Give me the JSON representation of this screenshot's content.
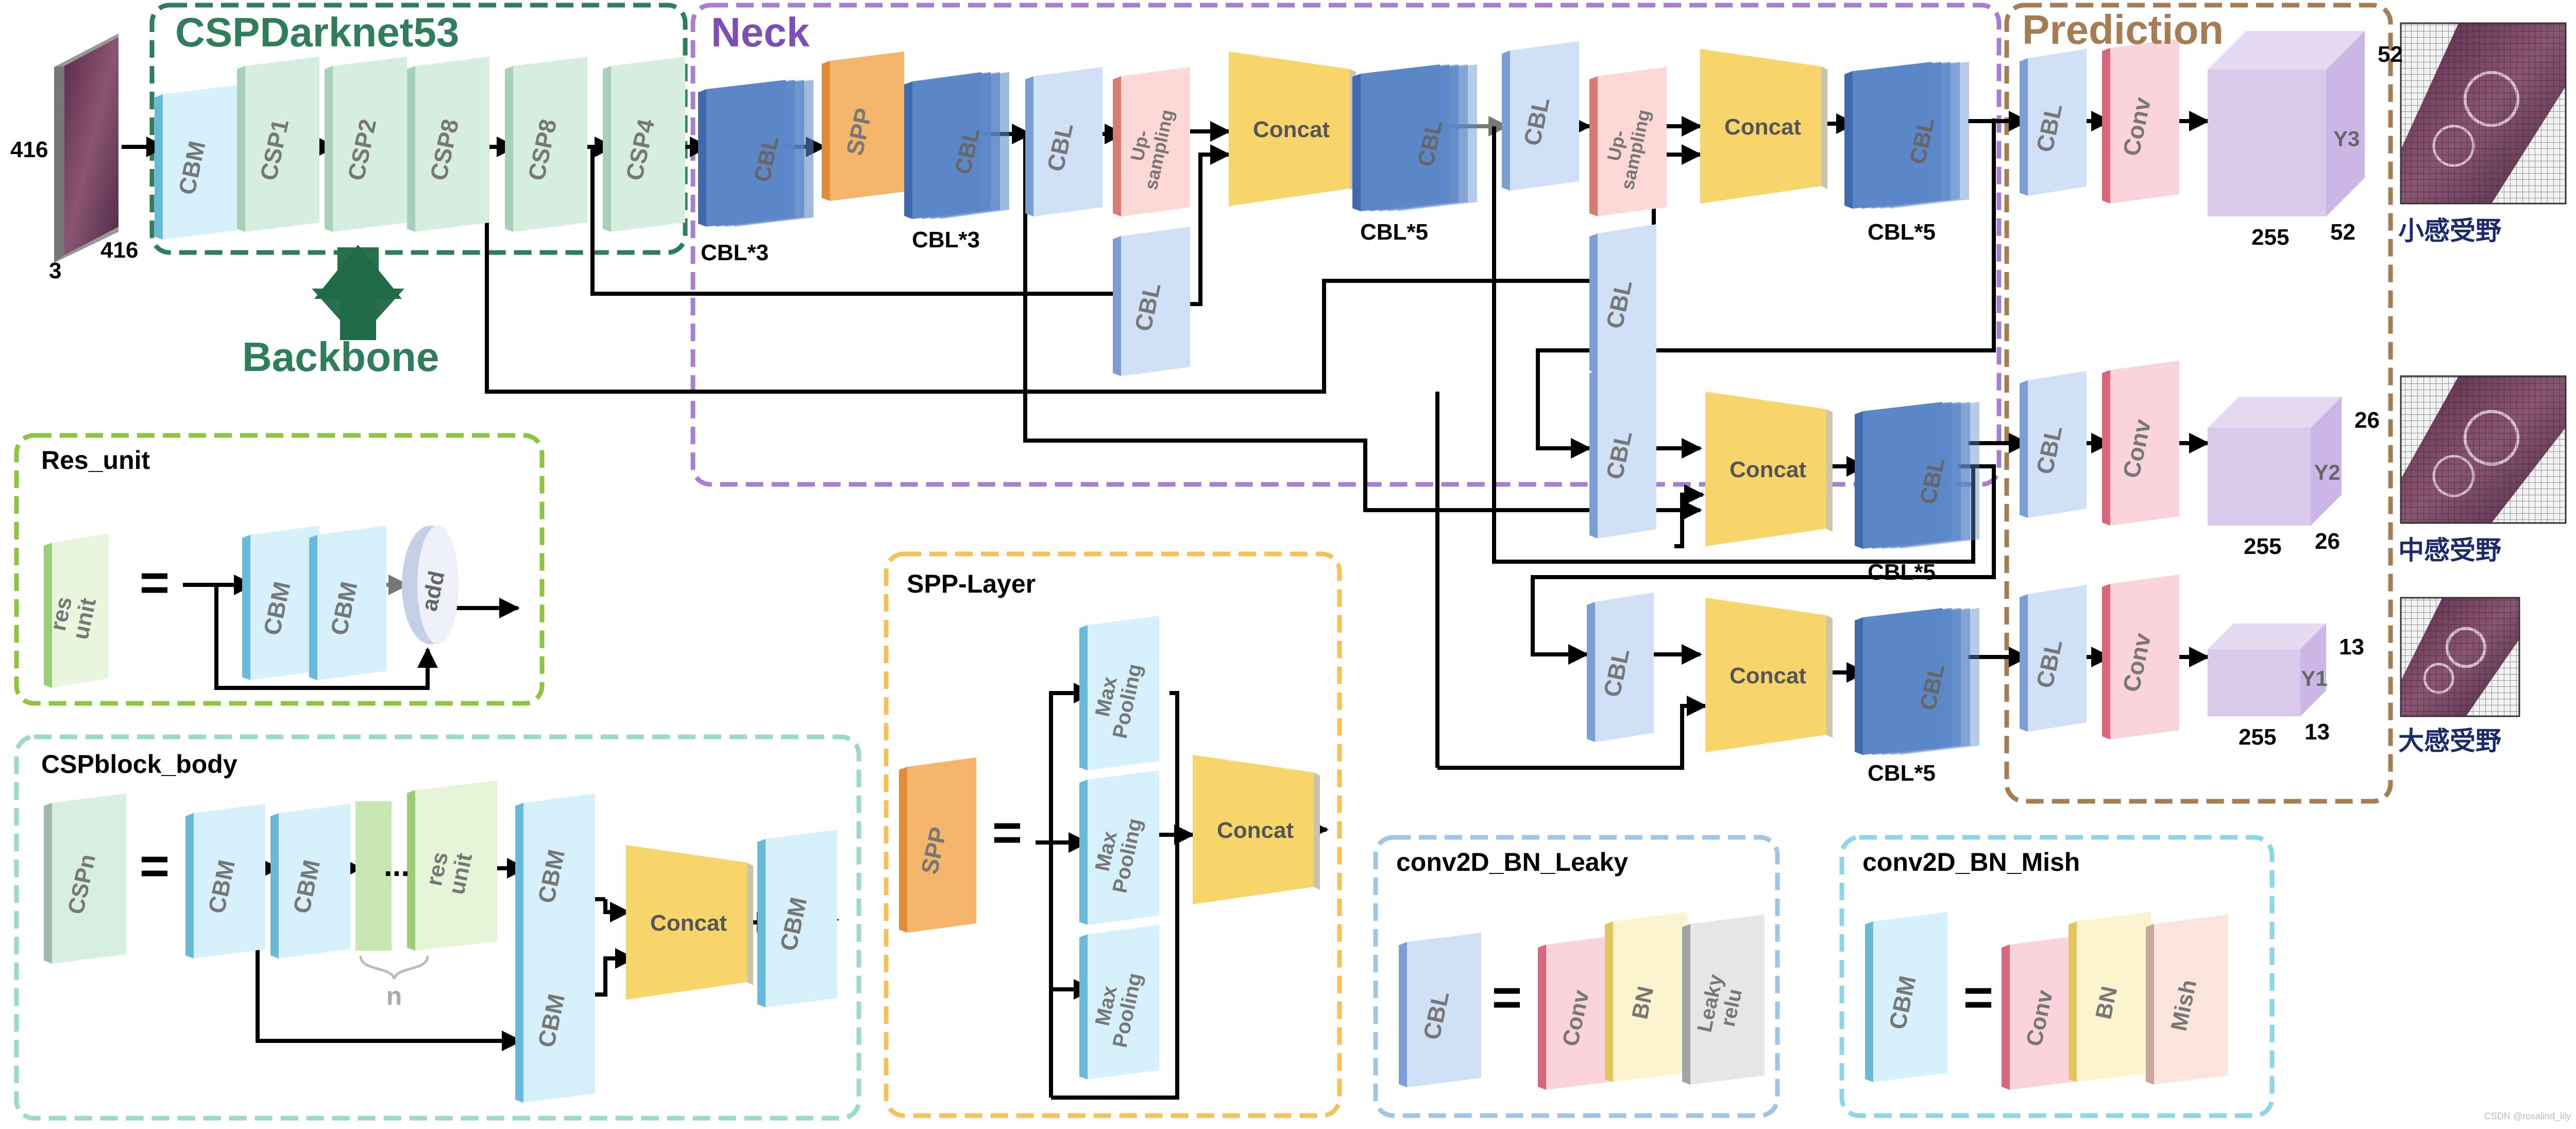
{
  "title_backbone": "CSPDarknet53",
  "backbone_caption": "Backbone",
  "title_neck": "Neck",
  "title_prediction": "Prediction",
  "input": {
    "h": "416",
    "w": "416",
    "c": "3"
  },
  "backbone_blocks": [
    "CBM",
    "CSP1",
    "CSP2",
    "CSP8",
    "CSP8",
    "CSP4"
  ],
  "neck": {
    "cbl": "CBL",
    "spp": "SPP",
    "upsampling": "Up-\nsampling",
    "concat": "Concat",
    "cbl3": "CBL*3",
    "cbl5": "CBL*5"
  },
  "prediction": {
    "conv": "Conv",
    "heads": [
      {
        "name": "Y3",
        "size": "52",
        "ch": "255",
        "label": "小感受野"
      },
      {
        "name": "Y2",
        "size": "26",
        "ch": "255",
        "label": "中感受野"
      },
      {
        "name": "Y1",
        "size": "13",
        "ch": "255",
        "label": "大感受野"
      }
    ]
  },
  "legend": {
    "res_unit": {
      "title": "Res_unit",
      "lhs": "res\nunit",
      "eq": "=",
      "b1": "CBM",
      "b2": "CBM",
      "add": "add"
    },
    "cspblock": {
      "title": "CSPblock_body",
      "lhs": "CSPn",
      "eq": "=",
      "b1": "CBM",
      "b2": "CBM",
      "dots": "...",
      "res": "res\nunit",
      "b3": "CBM",
      "b4": "CBM",
      "concat": "Concat",
      "b5": "CBM",
      "n": "n"
    },
    "spp_layer": {
      "title": "SPP-Layer",
      "lhs": "SPP",
      "eq": "=",
      "pool": "Max\nPooling",
      "concat": "Concat"
    },
    "leaky": {
      "title": "conv2D_BN_Leaky",
      "lhs": "CBL",
      "eq": "=",
      "conv": "Conv",
      "bn": "BN",
      "act": "Leaky\nrelu"
    },
    "mish": {
      "title": "conv2D_BN_Mish",
      "lhs": "CBM",
      "eq": "=",
      "conv": "Conv",
      "bn": "BN",
      "act": "Mish"
    }
  },
  "watermark": "CSDN @rosalind_lily",
  "colors": {
    "backbone": "#2e7d5b",
    "neck": "#7b4fb5",
    "prediction": "#a67c52",
    "cbm": "#d6f1fb",
    "cbl": "#cfe0f7",
    "csp": "#d5eedf",
    "concat": "#f7d56b",
    "spp": "#f5b56a",
    "upsample": "#fcd9d6",
    "conv": "#fbd3dc",
    "bn": "#fcf3cf",
    "cube": "#d9c9ea"
  }
}
